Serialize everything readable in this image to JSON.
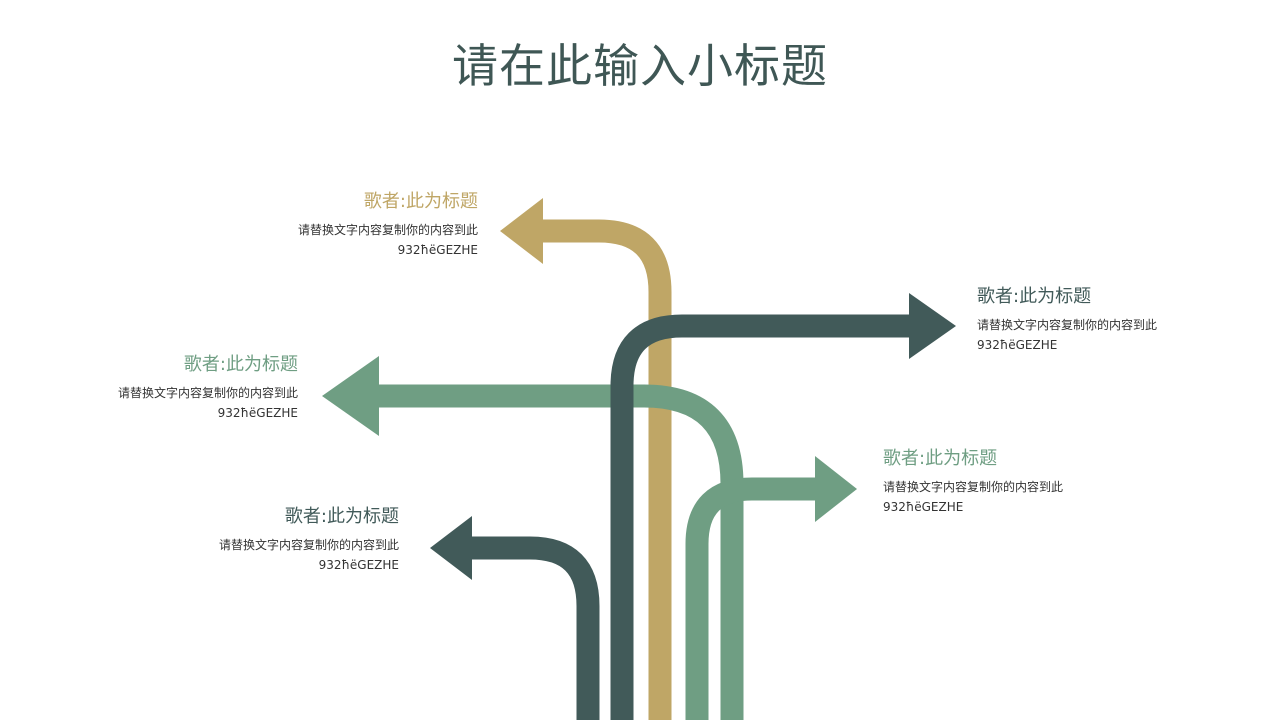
{
  "title": "请在此输入小标题",
  "colors": {
    "gold": "#bfa666",
    "dark_teal": "#415a59",
    "sage": "#6f9e83"
  },
  "labels": [
    {
      "heading": "歌者:此为标题",
      "line1": "请替换文字内容复制你的内容到此",
      "line2": "932ħëGEZHE",
      "color": "#bfa666"
    },
    {
      "heading": "歌者:此为标题",
      "line1": "请替换文字内容复制你的内容到此",
      "line2": "932ħëGEZHE",
      "color": "#415a59"
    },
    {
      "heading": "歌者:此为标题",
      "line1": "请替换文字内容复制你的内容到此",
      "line2": "932ħëGEZHE",
      "color": "#6f9e83"
    },
    {
      "heading": "歌者:此为标题",
      "line1": "请替换文字内容复制你的内容到此",
      "line2": "932ħëGEZHE",
      "color": "#6f9e83"
    },
    {
      "heading": "歌者:此为标题",
      "line1": "请替换文字内容复制你的内容到此",
      "line2": "932ħëGEZHE",
      "color": "#415a59"
    }
  ]
}
